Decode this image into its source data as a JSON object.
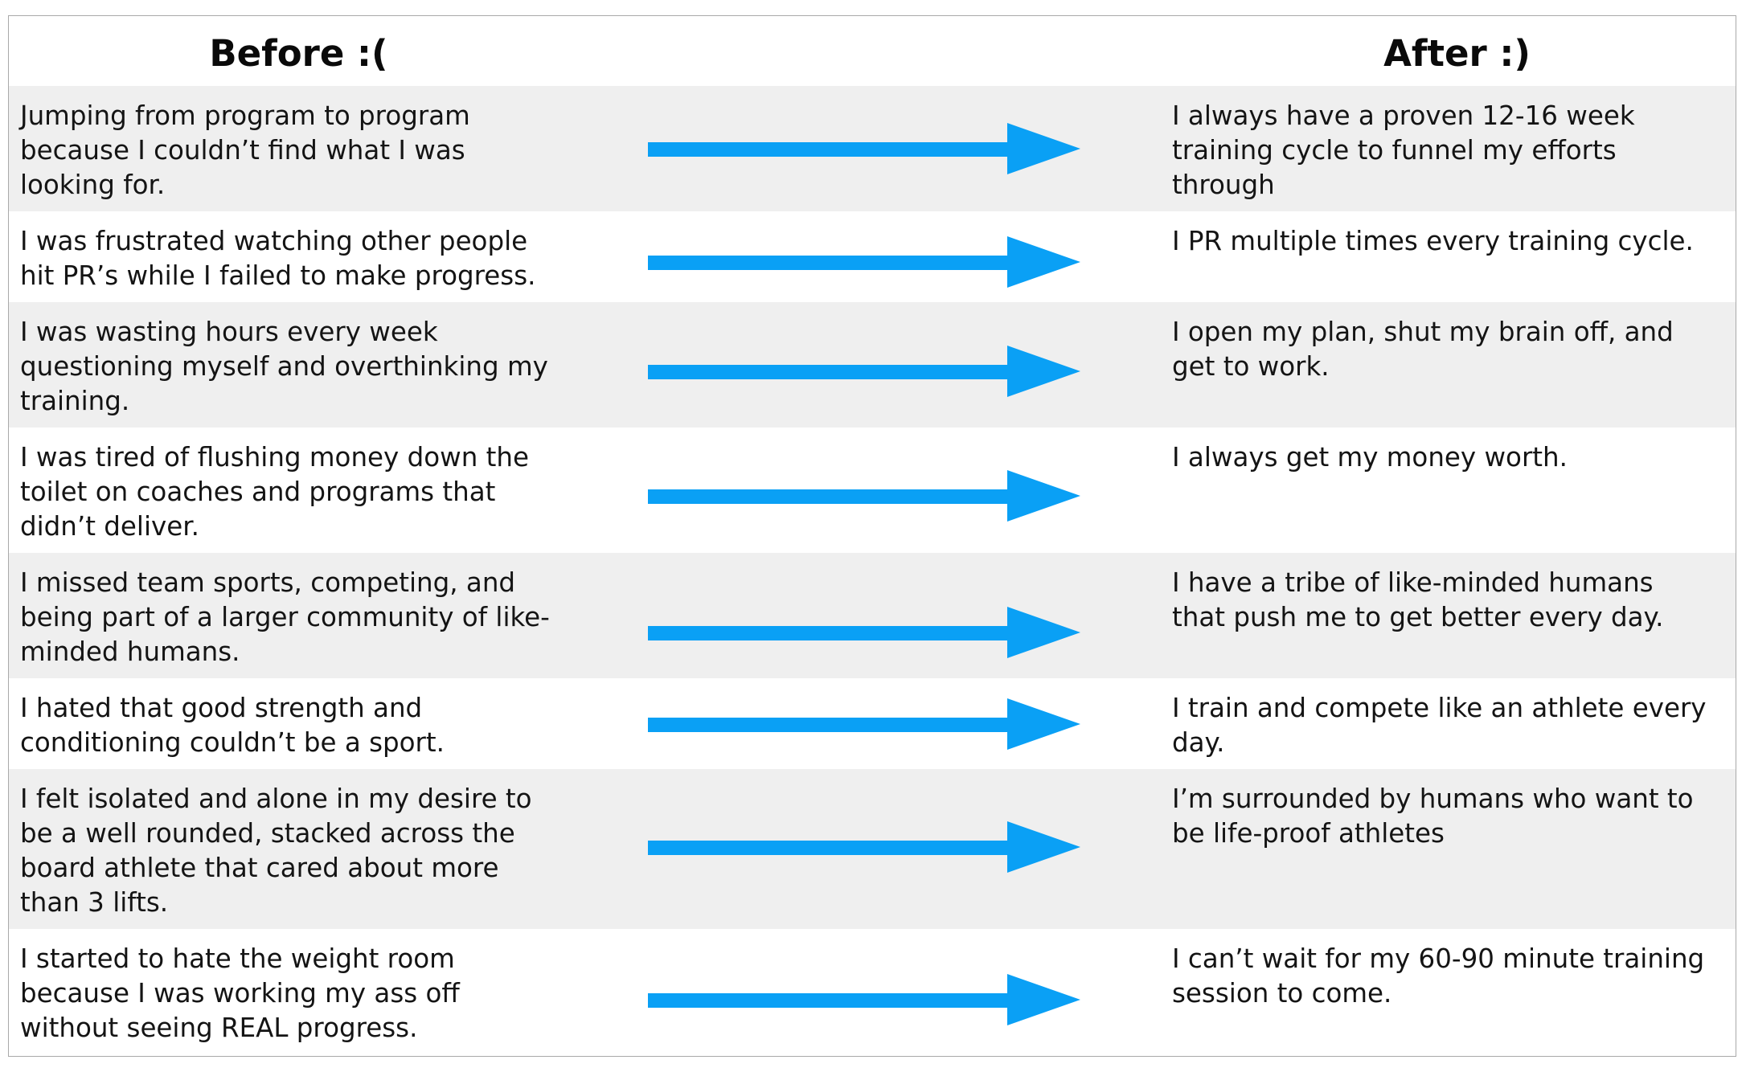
{
  "table": {
    "header_before": "Before :(",
    "header_after": "After :)",
    "accent_color": "#0aa0f5",
    "arrow_icon": "right-arrow-icon",
    "rows": [
      {
        "before": "Jumping from program to program\nbecause I couldn’t find what I was\nlooking for.",
        "after": "I always have a proven 12-16 week\ntraining cycle to funnel my efforts\nthrough"
      },
      {
        "before": "I was frustrated watching other people\nhit PR’s while I failed to make progress.",
        "after": "I PR multiple times every training cycle."
      },
      {
        "before": "I was wasting hours every week\nquestioning myself and overthinking my\ntraining.",
        "after": "I open my plan, shut my brain off, and\nget to work."
      },
      {
        "before": "I was tired of flushing money down the\ntoilet on coaches and programs that\ndidn’t deliver.",
        "after": "I always get my money worth."
      },
      {
        "before": "I missed team sports, competing, and\nbeing part of a larger community of like-\nminded humans.",
        "after": "I have a tribe of like-minded humans\nthat push me to get better every day."
      },
      {
        "before": "I hated that good strength and\nconditioning couldn’t be a sport.",
        "after": "I train and compete like an athlete every\nday."
      },
      {
        "before": "I felt isolated and alone in my desire to\nbe a well rounded, stacked across the\nboard athlete that cared about more\nthan 3 lifts.",
        "after": "I’m surrounded by humans who want to\nbe life-proof athletes"
      },
      {
        "before": "I started to hate the weight room\nbecause I was working my ass off\nwithout seeing REAL progress.",
        "after": "I can’t wait for my 60-90 minute training\nsession to come."
      }
    ]
  }
}
